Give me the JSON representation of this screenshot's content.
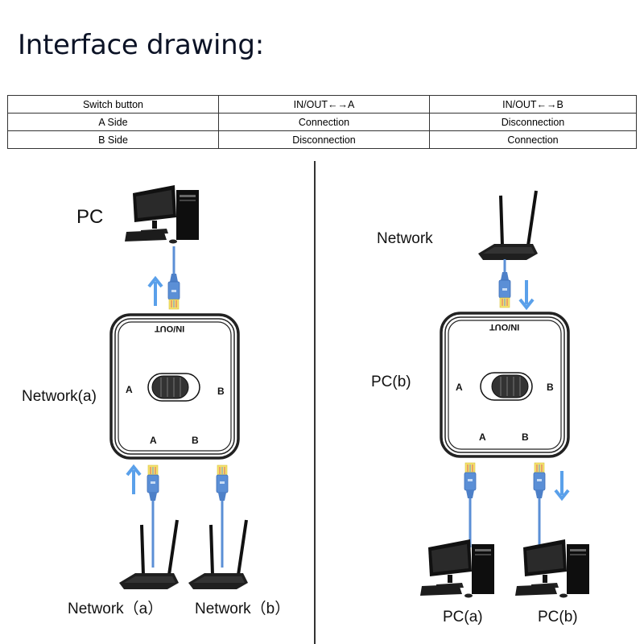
{
  "title": "Interface drawing:",
  "table": {
    "header": [
      "Switch button",
      "IN/OUT←→A",
      "IN/OUT←→B"
    ],
    "rows": [
      [
        "A Side",
        "Connection",
        "Disconnection"
      ],
      [
        "B Side",
        "Disconnection",
        "Connection"
      ]
    ]
  },
  "left_diagram": {
    "top_device_label": "PC",
    "side_label": "Network(a)",
    "switch": {
      "top_label": "IN/OUT",
      "left_label": "A",
      "right_label": "B",
      "bottom_left_label": "A",
      "bottom_right_label": "B",
      "knob_position": "A"
    },
    "bottom_labels": [
      "Network（a）",
      "Network（b）"
    ],
    "arrows": [
      "up",
      "up"
    ]
  },
  "right_diagram": {
    "top_device_label": "Network",
    "side_label": "PC(b)",
    "switch": {
      "top_label": "IN/OUT",
      "left_label": "A",
      "right_label": "B",
      "bottom_left_label": "A",
      "bottom_right_label": "B",
      "knob_position": "B"
    },
    "bottom_labels": [
      "PC(a)",
      "PC(b)"
    ],
    "arrows": [
      "down",
      "down"
    ]
  },
  "colors": {
    "cable": "#5b8fd6",
    "arrow": "#5aa0ea",
    "connector_tip": "#f0e050",
    "device": "#1a1a1a",
    "switch_outline": "#222222"
  }
}
